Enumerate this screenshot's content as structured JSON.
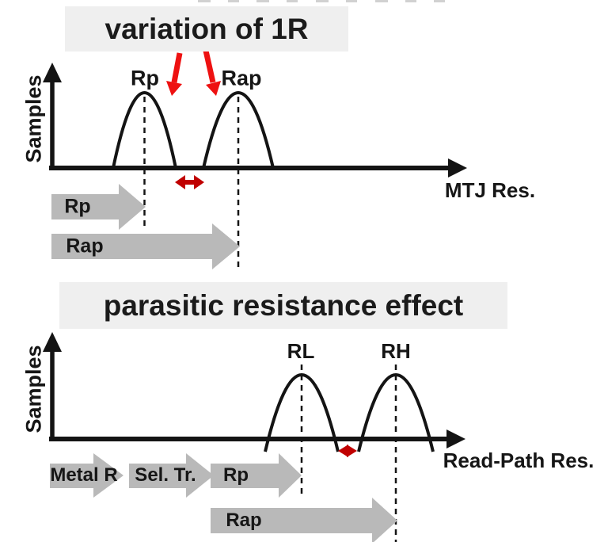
{
  "top_chart": {
    "title": "variation of 1R",
    "y_axis_label": "Samples",
    "x_axis_label": "MTJ Res.",
    "distributions": [
      {
        "label": "Rp"
      },
      {
        "label": "Rap"
      }
    ],
    "range_arrows": [
      {
        "label": "Rp"
      },
      {
        "label": "Rap"
      }
    ],
    "annotations": {
      "pointer_arrows_from_title": 2,
      "gap_marker": "red-double-arrow"
    }
  },
  "bottom_chart": {
    "title": "parasitic resistance effect",
    "y_axis_label": "Samples",
    "x_axis_label": "Read-Path Res.",
    "distributions": [
      {
        "label": "RL"
      },
      {
        "label": "RH"
      }
    ],
    "range_arrows": [
      {
        "label": "Metal R"
      },
      {
        "label": "Sel. Tr."
      },
      {
        "label": "Rp"
      },
      {
        "label": "Rap"
      }
    ],
    "annotations": {
      "gap_marker": "red-double-arrow"
    }
  },
  "colors": {
    "curve": "#141414",
    "axis": "#141414",
    "gray_arrow": "#b9b9b9",
    "bright_red": "#ee1111",
    "dark_red": "#c00000",
    "title_bg": "#efefef"
  }
}
